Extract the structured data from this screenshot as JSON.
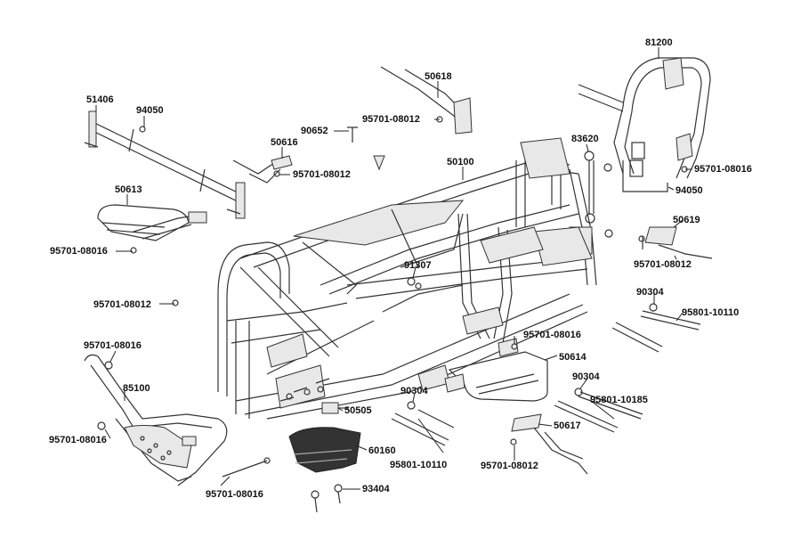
{
  "parts": [
    {
      "id": "p81200",
      "number": "81200"
    },
    {
      "id": "p50618",
      "number": "50618"
    },
    {
      "id": "p51406",
      "number": "51406"
    },
    {
      "id": "p94050a",
      "number": "94050"
    },
    {
      "id": "p95701_08012a",
      "number": "95701-08012"
    },
    {
      "id": "p90652",
      "number": "90652"
    },
    {
      "id": "p83620",
      "number": "83620"
    },
    {
      "id": "p50616",
      "number": "50616"
    },
    {
      "id": "p95701_08012b",
      "number": "95701-08012"
    },
    {
      "id": "p50100",
      "number": "50100"
    },
    {
      "id": "p95701_08016a",
      "number": "95701-08016"
    },
    {
      "id": "p50613",
      "number": "50613"
    },
    {
      "id": "p94050b",
      "number": "94050"
    },
    {
      "id": "p50619",
      "number": "50619"
    },
    {
      "id": "p95701_08016b",
      "number": "95701-08016"
    },
    {
      "id": "p91307",
      "number": "91307"
    },
    {
      "id": "p95701_08012c",
      "number": "95701-08012"
    },
    {
      "id": "p90304a",
      "number": "90304"
    },
    {
      "id": "p95701_08012d",
      "number": "95701-08012"
    },
    {
      "id": "p95801_10110a",
      "number": "95801-10110"
    },
    {
      "id": "p95701_08016c",
      "number": "95701-08016"
    },
    {
      "id": "p95701_08016d",
      "number": "95701-08016"
    },
    {
      "id": "p50614",
      "number": "50614"
    },
    {
      "id": "p85100",
      "number": "85100"
    },
    {
      "id": "p90304b",
      "number": "90304"
    },
    {
      "id": "p90304c",
      "number": "90304"
    },
    {
      "id": "p50505",
      "number": "50505"
    },
    {
      "id": "p95801_10185",
      "number": "95801-10185"
    },
    {
      "id": "p95701_08016e",
      "number": "95701-08016"
    },
    {
      "id": "p50617",
      "number": "50617"
    },
    {
      "id": "p60160",
      "number": "60160"
    },
    {
      "id": "p95801_10110b",
      "number": "95801-10110"
    },
    {
      "id": "p95701_08012e",
      "number": "95701-08012"
    },
    {
      "id": "p95701_08016f",
      "number": "95701-08016"
    },
    {
      "id": "p93404",
      "number": "93404"
    }
  ]
}
